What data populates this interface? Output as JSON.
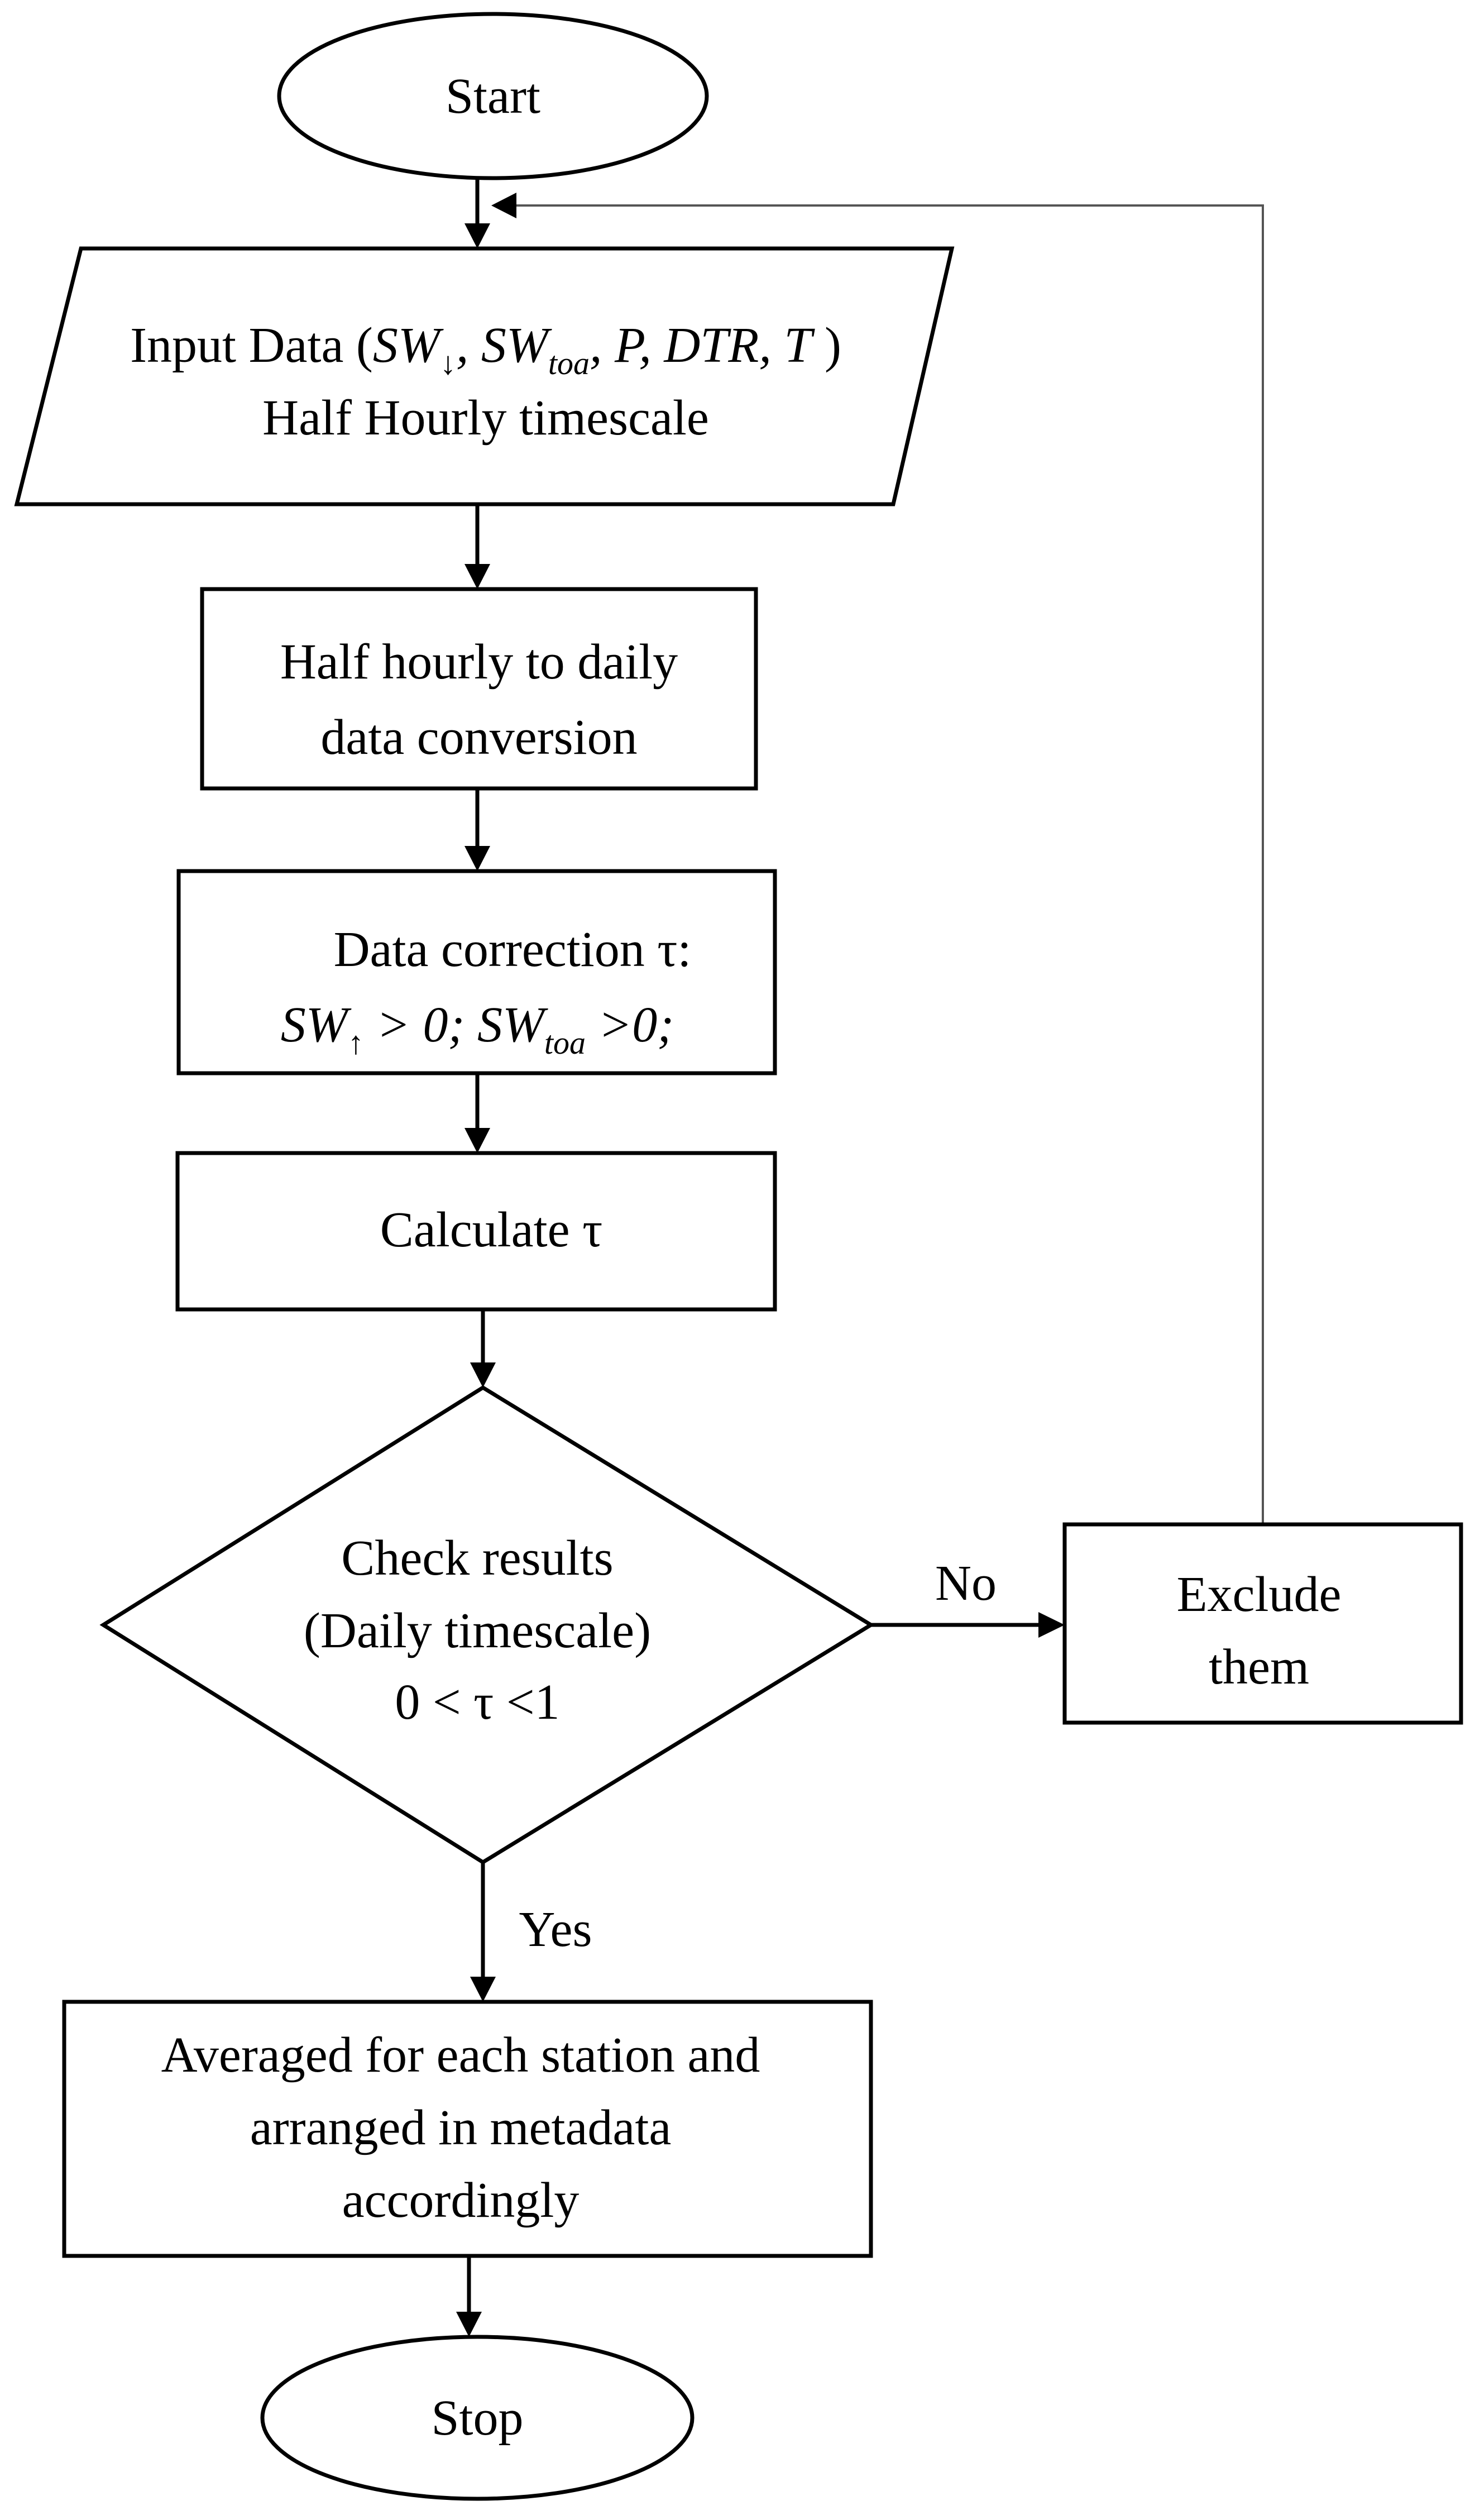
{
  "flowchart": {
    "start": {
      "label": "Start"
    },
    "input": {
      "line1_prefix": "Input Data (",
      "var1": "SW",
      "var1_sub": "↓",
      "sep1": ", ",
      "var2": "SW",
      "var2_sub": "toa",
      "rest": ", P, DTR, T",
      "line1_suffix": " )",
      "line2": "Half Hourly timescale"
    },
    "conversion": {
      "line1": "Half hourly to daily",
      "line2": "data conversion"
    },
    "correction": {
      "line1": "Data correction τ:",
      "var1": "SW",
      "var1_sub": "↑",
      "cond1": " > 0; ",
      "var2": "SW",
      "var2_sub": "toa",
      "cond2": " >0;"
    },
    "calculate": {
      "label": "Calculate τ"
    },
    "check": {
      "line1": "Check results",
      "line2": "(Daily timescale)",
      "line3": "0 < τ <1"
    },
    "exclude": {
      "line1": "Exclude",
      "line2": "them"
    },
    "average": {
      "line1": "Averaged for each station and",
      "line2": "arranged in metadata",
      "line3": "accordingly"
    },
    "stop": {
      "label": "Stop"
    },
    "edges": {
      "no_label": "No",
      "yes_label": "Yes"
    }
  }
}
